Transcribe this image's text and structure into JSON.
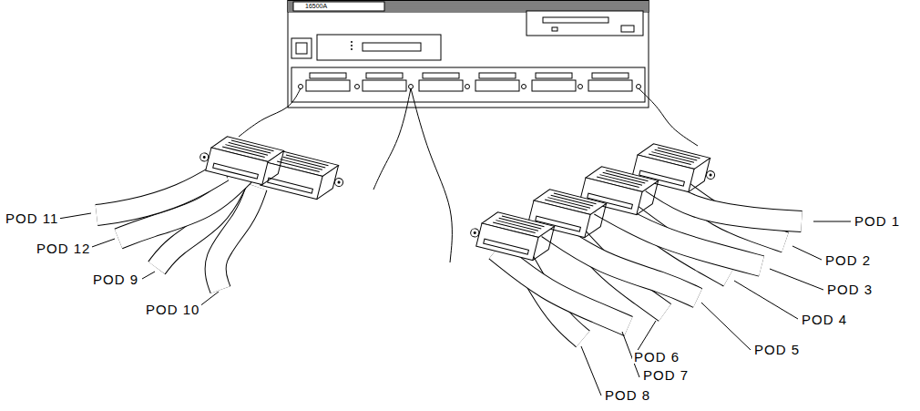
{
  "diagram": {
    "labels": [
      "16500A",
      "POD 11",
      "POD 12",
      "POD 9",
      "POD 10",
      "POD 1",
      "POD 2",
      "POD 3",
      "POD 4",
      "POD 5",
      "POD 6",
      "POD 7",
      "POD 8"
    ]
  }
}
